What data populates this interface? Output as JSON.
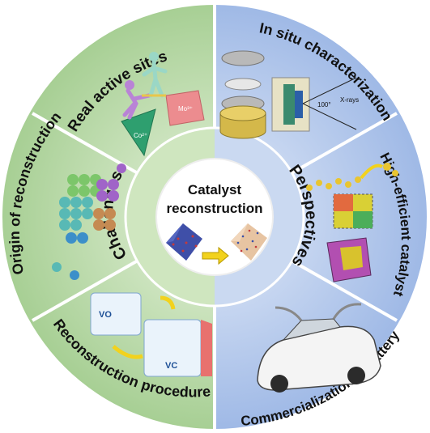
{
  "center": {
    "title_line1": "Catalyst",
    "title_line2": "reconstruction"
  },
  "inner_ring": {
    "left": "Challenges",
    "right": "Perspectives"
  },
  "outer_ring": {
    "top_left": "Real active sites",
    "left": "Origin of reconstruction",
    "bottom_left": "Reconstruction procedure",
    "top_right": "In situ characterization",
    "right": "High-efficient catalyst",
    "bottom_right": "Commercialization of battery"
  },
  "illustrations": {
    "active_sites": {
      "co": "Co²⁺",
      "mo": "Mo³⁺"
    },
    "in_situ": {
      "angle": "100°",
      "rays": "X-rays"
    },
    "procedure": {
      "vo": "VO",
      "vc": "VC"
    }
  },
  "colors": {
    "left_outer": "#a9d39a",
    "left_inner": "#c9e4b8",
    "right_outer": "#a9c1e8",
    "right_inner": "#c8d7f1",
    "center": "#ffffff"
  }
}
